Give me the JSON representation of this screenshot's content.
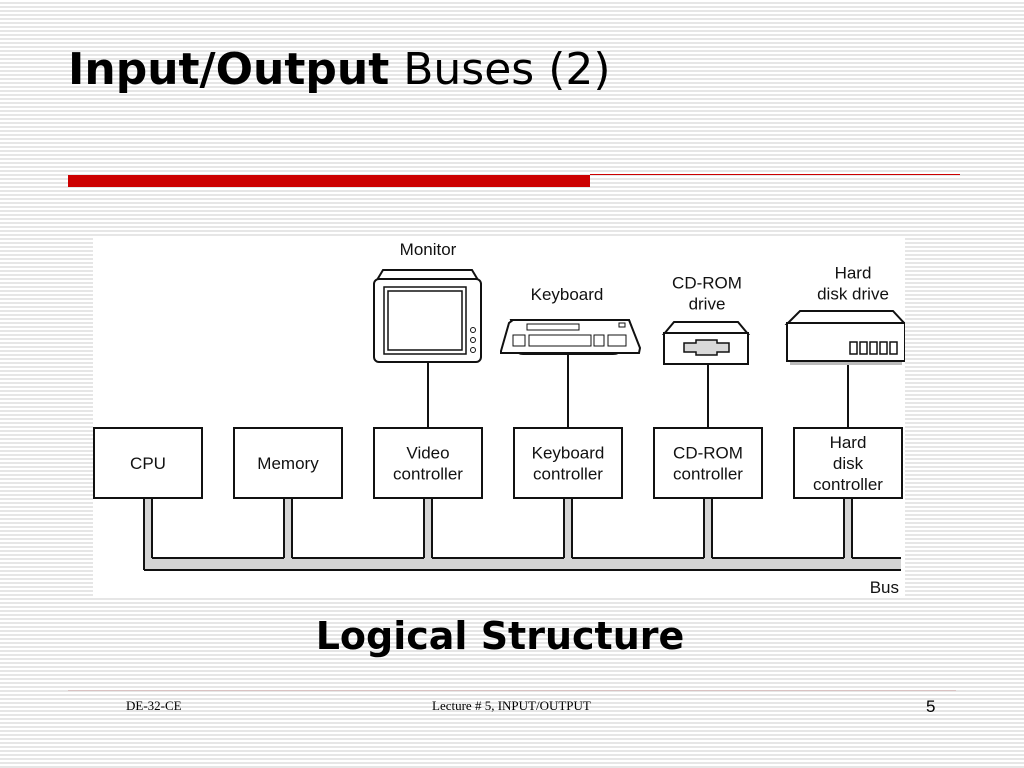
{
  "slide": {
    "title_bold": "Input/Output",
    "title_normal": " Buses (2)",
    "accent_color": "#cc0000",
    "caption": "Logical Structure"
  },
  "diagram": {
    "devices": [
      {
        "id": "monitor",
        "label_lines": [
          "Monitor"
        ],
        "icon": "monitor-icon"
      },
      {
        "id": "keyboard",
        "label_lines": [
          "Keyboard"
        ],
        "icon": "keyboard-icon"
      },
      {
        "id": "cdrom-drive",
        "label_lines": [
          "CD-ROM",
          "drive"
        ],
        "icon": "cdrom-drive-icon"
      },
      {
        "id": "hard-disk-drive",
        "label_lines": [
          "Hard",
          "disk drive"
        ],
        "icon": "hard-disk-icon"
      }
    ],
    "components": [
      {
        "id": "cpu",
        "label_lines": [
          "CPU"
        ]
      },
      {
        "id": "memory",
        "label_lines": [
          "Memory"
        ]
      },
      {
        "id": "video-controller",
        "label_lines": [
          "Video",
          "controller"
        ],
        "connects_to": "monitor"
      },
      {
        "id": "keyboard-controller",
        "label_lines": [
          "Keyboard",
          "controller"
        ],
        "connects_to": "keyboard"
      },
      {
        "id": "cdrom-controller",
        "label_lines": [
          "CD-ROM",
          "controller"
        ],
        "connects_to": "cdrom-drive"
      },
      {
        "id": "hard-disk-controller",
        "label_lines": [
          "Hard",
          "disk",
          "controller"
        ],
        "connects_to": "hard-disk-drive"
      }
    ],
    "bus_label": "Bus"
  },
  "footer": {
    "left": "DE-32-CE",
    "center": "Lecture # 5, INPUT/OUTPUT",
    "page_number": "5"
  }
}
